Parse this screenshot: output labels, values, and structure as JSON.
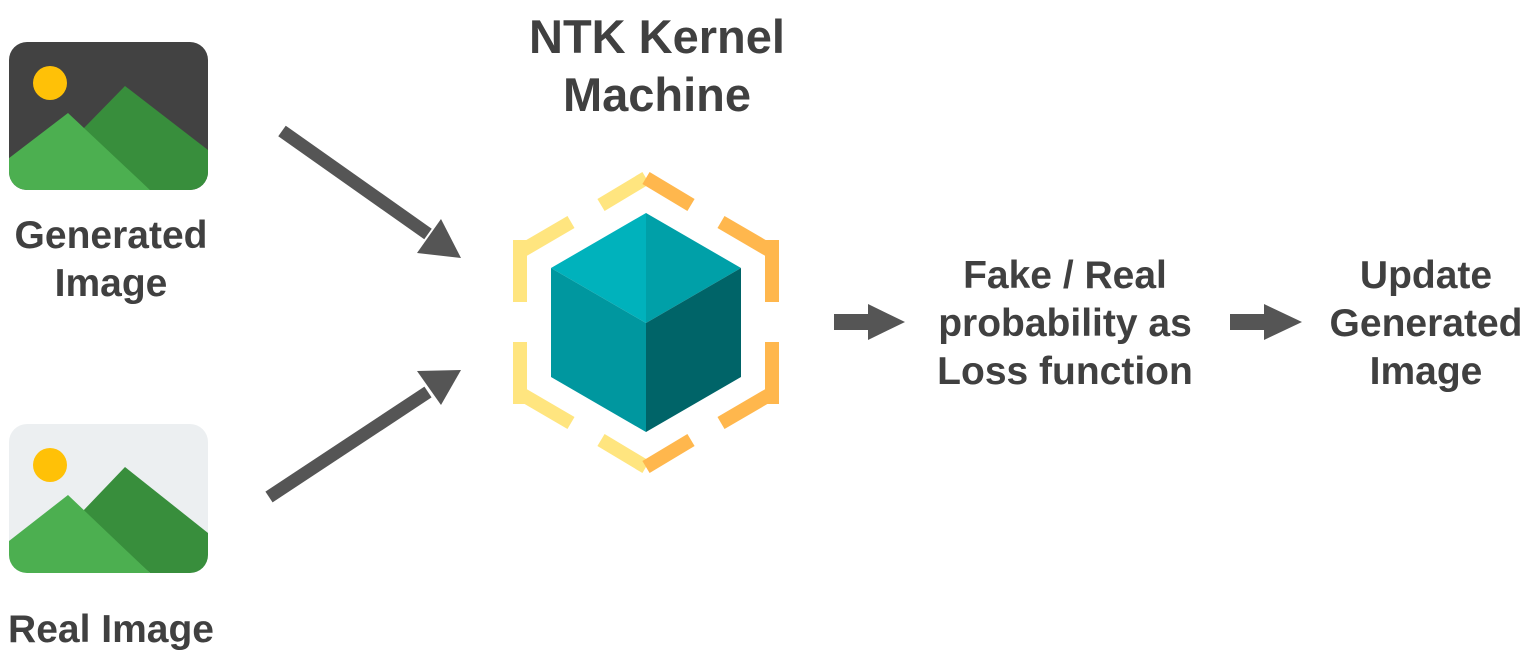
{
  "diagram": {
    "title_lines": [
      "NTK Kernel",
      "Machine"
    ],
    "generated_image_lines": [
      "Generated",
      "Image"
    ],
    "real_image_lines": [
      "Real Image"
    ],
    "loss_lines": [
      "Fake / Real",
      "probability as",
      "Loss function"
    ],
    "update_lines": [
      "Update",
      "Generated",
      "Image"
    ]
  },
  "colors": {
    "text": "#404040",
    "arrow": "#555555",
    "generated_bg": "#424242",
    "real_bg": "#ECEFF1",
    "mountain_light": "#4CAF50",
    "mountain_dark": "#388E3C",
    "sun": "#FFC107",
    "cube_top_left": "#00B2BC",
    "cube_top_right": "#00A0A8",
    "cube_left": "#00979F",
    "cube_right": "#006468",
    "hex_yellow": "#FFE57F",
    "hex_orange": "#FFB74D"
  },
  "icons": {
    "generated_image": "image-icon-dark",
    "real_image": "image-icon-light",
    "kernel_machine": "cube-icon"
  }
}
